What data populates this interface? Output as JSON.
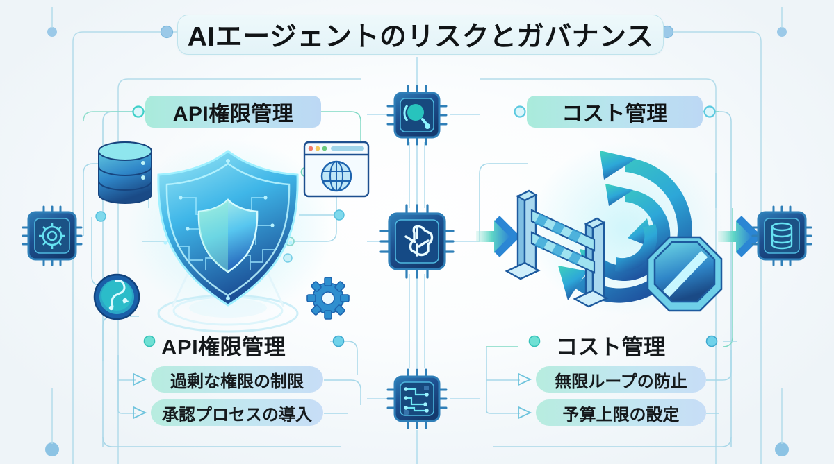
{
  "title": {
    "text": "AIエージェントのリスクとガバナンス"
  },
  "sections": [
    {
      "id": "api-permission",
      "badge_label": "API権限管理",
      "column_heading": "API権限管理",
      "items": [
        "過剰な権限の制限",
        "承認プロセスの導入"
      ],
      "illustration": {
        "main_icon": "shield-icon",
        "satellite_icons": [
          "database-icon",
          "browser-globe-icon",
          "network-node-badge-icon",
          "gear-icon"
        ]
      }
    },
    {
      "id": "cost-management",
      "badge_label": "コスト管理",
      "column_heading": "コスト管理",
      "items": [
        "無限ループの防止",
        "予算上限の設定"
      ],
      "illustration": {
        "main_icon": "loop-arrows-icon",
        "satellite_icons": [
          "guardrail-barrier-icon",
          "stop-sign-icon",
          "chevron-arrow-left-icon",
          "chevron-arrow-right-icon"
        ]
      }
    }
  ],
  "nodes": [
    {
      "name": "cpu-gear-chip",
      "icon": "chip-gear-icon",
      "position": "left-edge"
    },
    {
      "name": "cpu-ai-chip",
      "icon": "chip-openai-icon",
      "position": "center"
    },
    {
      "name": "cpu-scan-chip",
      "icon": "chip-scan-icon",
      "position": "top-center"
    },
    {
      "name": "cpu-flow-chip",
      "icon": "chip-circuit-flow-icon",
      "position": "bottom-center"
    },
    {
      "name": "cpu-database-chip",
      "icon": "chip-database-icon",
      "position": "right-edge"
    }
  ],
  "colors": {
    "background": "#f4f8fb",
    "accent_teal": "#35c6bd",
    "accent_blue": "#5fa8dd",
    "line": "#9fd3e3",
    "line_green": "#5ccfb4",
    "chip_badge_start": "#a9ebdb",
    "chip_badge_end": "#bcd8f4",
    "title_bg": "#e8f6fa",
    "title_border": "#bfe3ec",
    "text": "#111416",
    "node_dot_blue": "#7cc0e4",
    "node_dot_teal": "#3fd0c9"
  }
}
